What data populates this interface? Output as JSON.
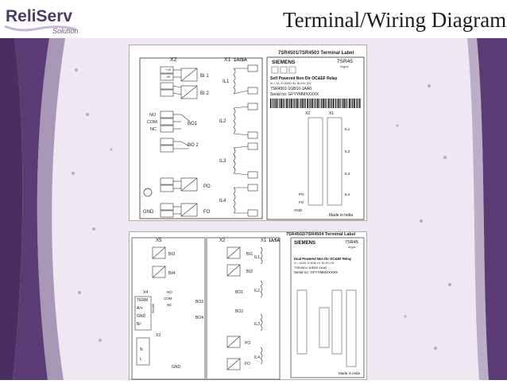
{
  "logo": {
    "brand": "ReliServ",
    "tagline": "Solution"
  },
  "slide": {
    "title": "Terminal/Wiring Diagram"
  },
  "colors": {
    "purple": "#5a3b73",
    "purple_dark": "#4a2e62",
    "light_lavender": "#efe8f2",
    "dot": "#8f78a5"
  },
  "top_panel": {
    "label_title": "7SR4501/7SR4503 Terminal Label",
    "brand": "SIEMENS",
    "model": "7SR45",
    "model_sub": "Argus",
    "relay_desc": "Self Powered Non Dir OC&EF Relay",
    "ratings": "In = 1A, fn 50/60 Hz, BI=HV-19V",
    "order_no": "7SR4501-1GB10-1AA0",
    "serial": "Serial no: GFYYMMXXXXX",
    "made_in": "Made in India",
    "x2": "X2",
    "x1": "X1",
    "ct_ratio": "1A/5A",
    "bi1": "BI 1",
    "bi2": "BI 2",
    "bo1": "BO1",
    "bo2": "BO 2",
    "il1": "IL1",
    "il2": "IL2",
    "il3": "IL3",
    "il4": "IL4",
    "po": "PO",
    "fo": "FO",
    "gnd": "GND",
    "no": "NO",
    "com": "COM",
    "nc": "NC",
    "plus_ve": "+VE",
    "minus_ve": "-VE"
  },
  "bottom_panel": {
    "label_title": "7SR4502/7SR4504 Terminal Label",
    "brand": "SIEMENS",
    "model": "7SR45",
    "model_sub": "Argus",
    "relay_desc": "Dual Powered Non Dir OC&EF Relay",
    "ratings": "In = 1A/5A, fn 50/60 Hz, BI=HV-19V",
    "order_no": "7SR4504-1HB20-1AA0",
    "serial": "Serial no: GFYYMMXXXXX",
    "made_in": "Made in India",
    "x5": "X5",
    "x2": "X2",
    "x1": "X1",
    "x4": "X4",
    "x3": "X3",
    "ct_ratio": "1A/5A",
    "bi1": "BI1",
    "bi2": "BI2",
    "bi3": "BI3",
    "bi4": "BI4",
    "bo1": "BO1",
    "bo2": "BO2",
    "bo3": "BO3",
    "bo4": "BO4",
    "il1": "IL1",
    "il2": "IL2",
    "il3": "IL3",
    "il4": "IL4",
    "po": "PO",
    "fo": "FO",
    "gnd": "GND",
    "term": "TERM",
    "a_plus": "A/+",
    "gnd_485": "GND",
    "b_minus": "B/-",
    "rs485": "RS485",
    "no": "NO",
    "com": "COM",
    "nc": "NC",
    "n": "N",
    "l": "L"
  }
}
